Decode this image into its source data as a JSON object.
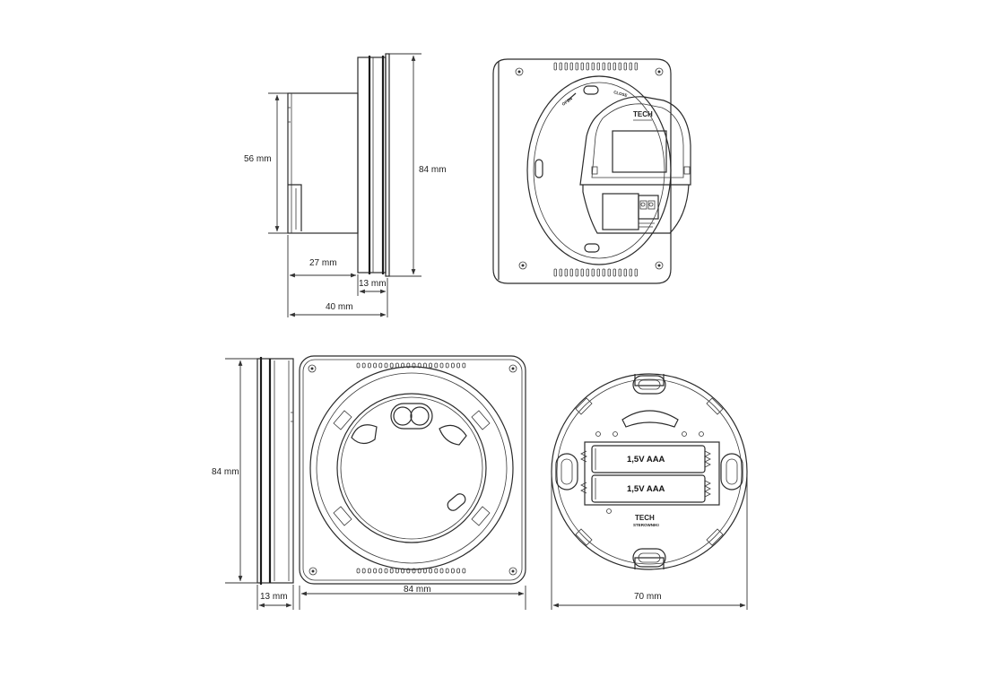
{
  "dimensions": {
    "side_top_height": "84 mm",
    "side_top_inner_height": "56 mm",
    "side_top_depth_base": "27 mm",
    "side_top_depth_front": "13 mm",
    "side_top_depth_total": "40 mm",
    "side_bottom_height": "84 mm",
    "side_bottom_depth": "13 mm",
    "back_width": "84 mm",
    "base_diameter": "70 mm"
  },
  "labels": {
    "battery_top": "1,5V AAA",
    "battery_bottom": "1,5V AAA",
    "brand": "TECH",
    "brand_sub": "STEROWNIKI"
  }
}
